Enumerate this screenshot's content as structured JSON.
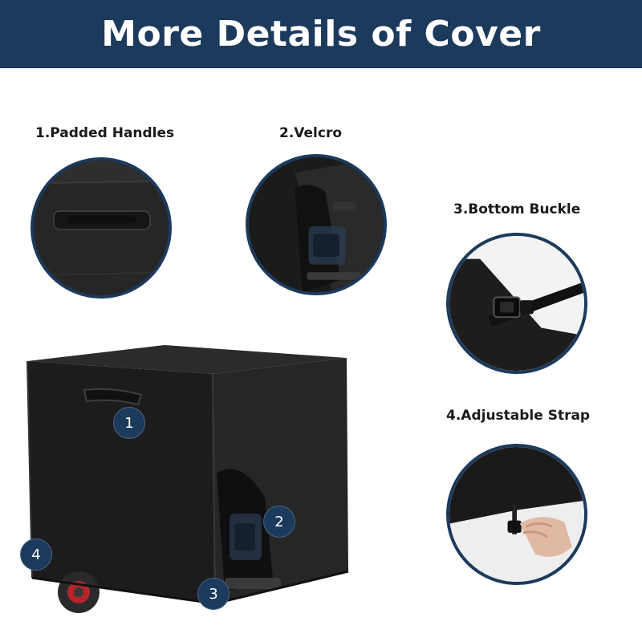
{
  "header": {
    "title": "More Details of Cover"
  },
  "features": [
    {
      "label": "1.Padded Handles"
    },
    {
      "label": "2.Velcro"
    },
    {
      "label": "3.Bottom Buckle"
    },
    {
      "label": "4.Adjustable Strap"
    }
  ],
  "markers": [
    "1",
    "2",
    "3",
    "4"
  ],
  "colors": {
    "header_bg": "#1c3a5c",
    "marker_bg": "#1c3a5c",
    "cover": "#1e1e1e"
  }
}
